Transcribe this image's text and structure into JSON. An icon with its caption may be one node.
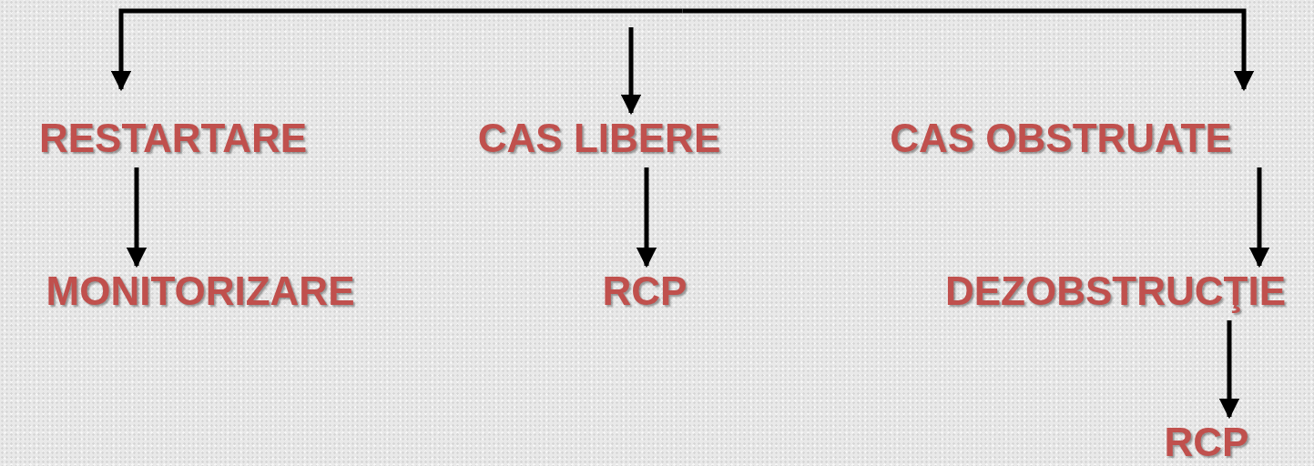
{
  "diagram": {
    "nodes": [
      {
        "text": [
          "RESTARTARE"
        ]
      },
      {
        "text": [
          "CAS LIBERE"
        ]
      },
      {
        "text": [
          "CAS OBSTRUATE"
        ]
      },
      {
        "text": [
          "MONITORIZARE"
        ]
      },
      {
        "text": [
          "RCP"
        ]
      },
      {
        "text": [
          "DEZOBSTRUCŢIE"
        ]
      },
      {
        "text": [
          "RCP"
        ]
      }
    ],
    "edges": [
      {
        "from": null,
        "to": 0,
        "arrow": "to"
      },
      {
        "from": null,
        "to": 1,
        "arrow": "to"
      },
      {
        "from": null,
        "to": 2,
        "arrow": "to"
      },
      {
        "from": 0,
        "to": 3,
        "arrow": "to"
      },
      {
        "from": 1,
        "to": 4,
        "arrow": "to"
      },
      {
        "from": 2,
        "to": 5,
        "arrow": "to"
      },
      {
        "from": 5,
        "to": 6,
        "arrow": "to"
      }
    ]
  }
}
